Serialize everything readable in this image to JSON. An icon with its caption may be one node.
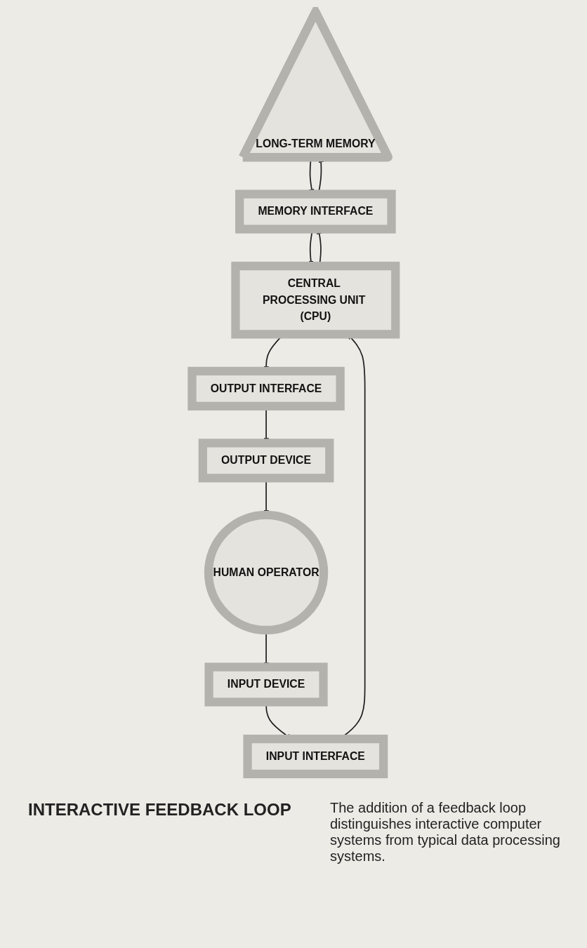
{
  "diagram": {
    "caption": "The addition of a feedback loop distinguishes interactive computer systems from typical data processing systems.",
    "nodes": [
      {
        "text": [
          "LONG-TERM MEMORY"
        ]
      },
      {
        "text": [
          "MEMORY INTERFACE"
        ]
      },
      {
        "text": [
          "INPUT INTERFACE"
        ]
      },
      {
        "text": [
          "CENTRAL PROCESSING UNIT (CPU)"
        ]
      },
      {
        "text": [
          "OUTPUT INTERFACE"
        ]
      },
      {
        "text": [
          "INPUT DEVICE"
        ]
      },
      {
        "text": [
          "OUTPUT DEVICE"
        ]
      },
      {
        "text": [
          "HUMAN OPERATOR"
        ]
      }
    ],
    "edges": [
      {
        "from": 1,
        "to": 0,
        "arrow": "to"
      },
      {
        "from": 0,
        "to": 1,
        "arrow": "to"
      },
      {
        "from": 3,
        "to": 1,
        "arrow": "to"
      },
      {
        "from": 1,
        "to": 3,
        "arrow": "to"
      },
      {
        "from": 2,
        "to": 3,
        "arrow": "to"
      },
      {
        "from": 3,
        "to": 4,
        "arrow": "to"
      },
      {
        "from": 4,
        "to": 6,
        "arrow": "to"
      },
      {
        "from": 6,
        "to": 7,
        "arrow": "to"
      },
      {
        "from": 7,
        "to": 5,
        "arrow": "to"
      },
      {
        "from": 5,
        "to": 2,
        "arrow": "to"
      }
    ],
    "labels": [
      "INTERACTIVE FEEDBACK LOOP"
    ]
  }
}
